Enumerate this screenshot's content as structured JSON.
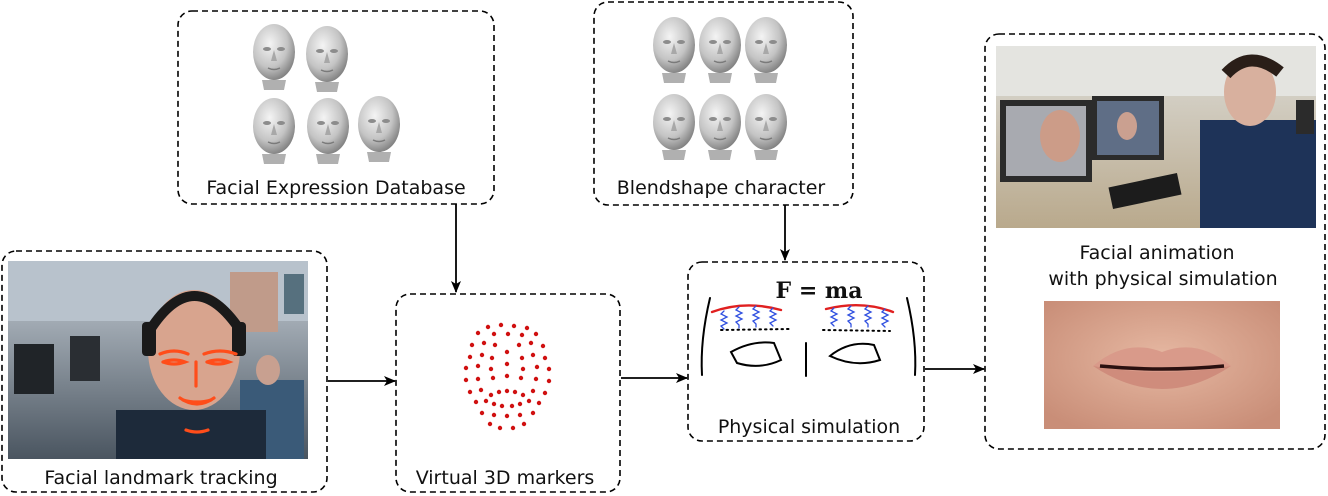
{
  "boxes": {
    "database": {
      "label": "Facial Expression Database"
    },
    "blendshape": {
      "label": "Blendshape character"
    },
    "tracking": {
      "label": "Facial landmark tracking"
    },
    "markers": {
      "label": "Virtual 3D markers"
    },
    "simulation": {
      "label": "Physical simulation",
      "equation": "F = ma"
    },
    "output": {
      "label_line1": "Facial animation",
      "label_line2": "with physical simulation"
    }
  },
  "colors": {
    "landmark": "#ff4d1a",
    "marker_dot": "#d01010",
    "contour": "#e02020",
    "spring": "#3050e0",
    "line": "#000000"
  },
  "icons": [
    "head-render",
    "face-photo",
    "office-photo",
    "lips-closeup"
  ]
}
